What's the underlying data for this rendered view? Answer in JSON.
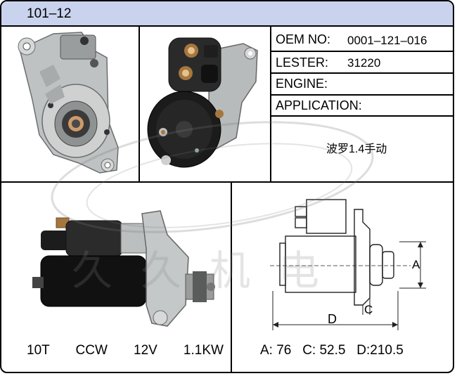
{
  "header": {
    "code": "101–12"
  },
  "specs": {
    "oem_label": "OEM NO:",
    "oem_value": "0001–121–016",
    "lester_label": "LESTER:",
    "lester_value": "31220",
    "engine_label": "ENGINE:",
    "engine_value": "",
    "application_label": "APPLICATION:",
    "application_value": "波罗1.4手动"
  },
  "motor_specs": "10T    CCW    12V    1.1KW",
  "dimensions": {
    "summary": "A: 76   C: 52.5   D:210.5",
    "label_a": "A",
    "label_c": "C",
    "label_d": "D"
  },
  "watermark": "久久机电",
  "colors": {
    "header_bg": "#c9d3ee",
    "border": "#000000"
  }
}
